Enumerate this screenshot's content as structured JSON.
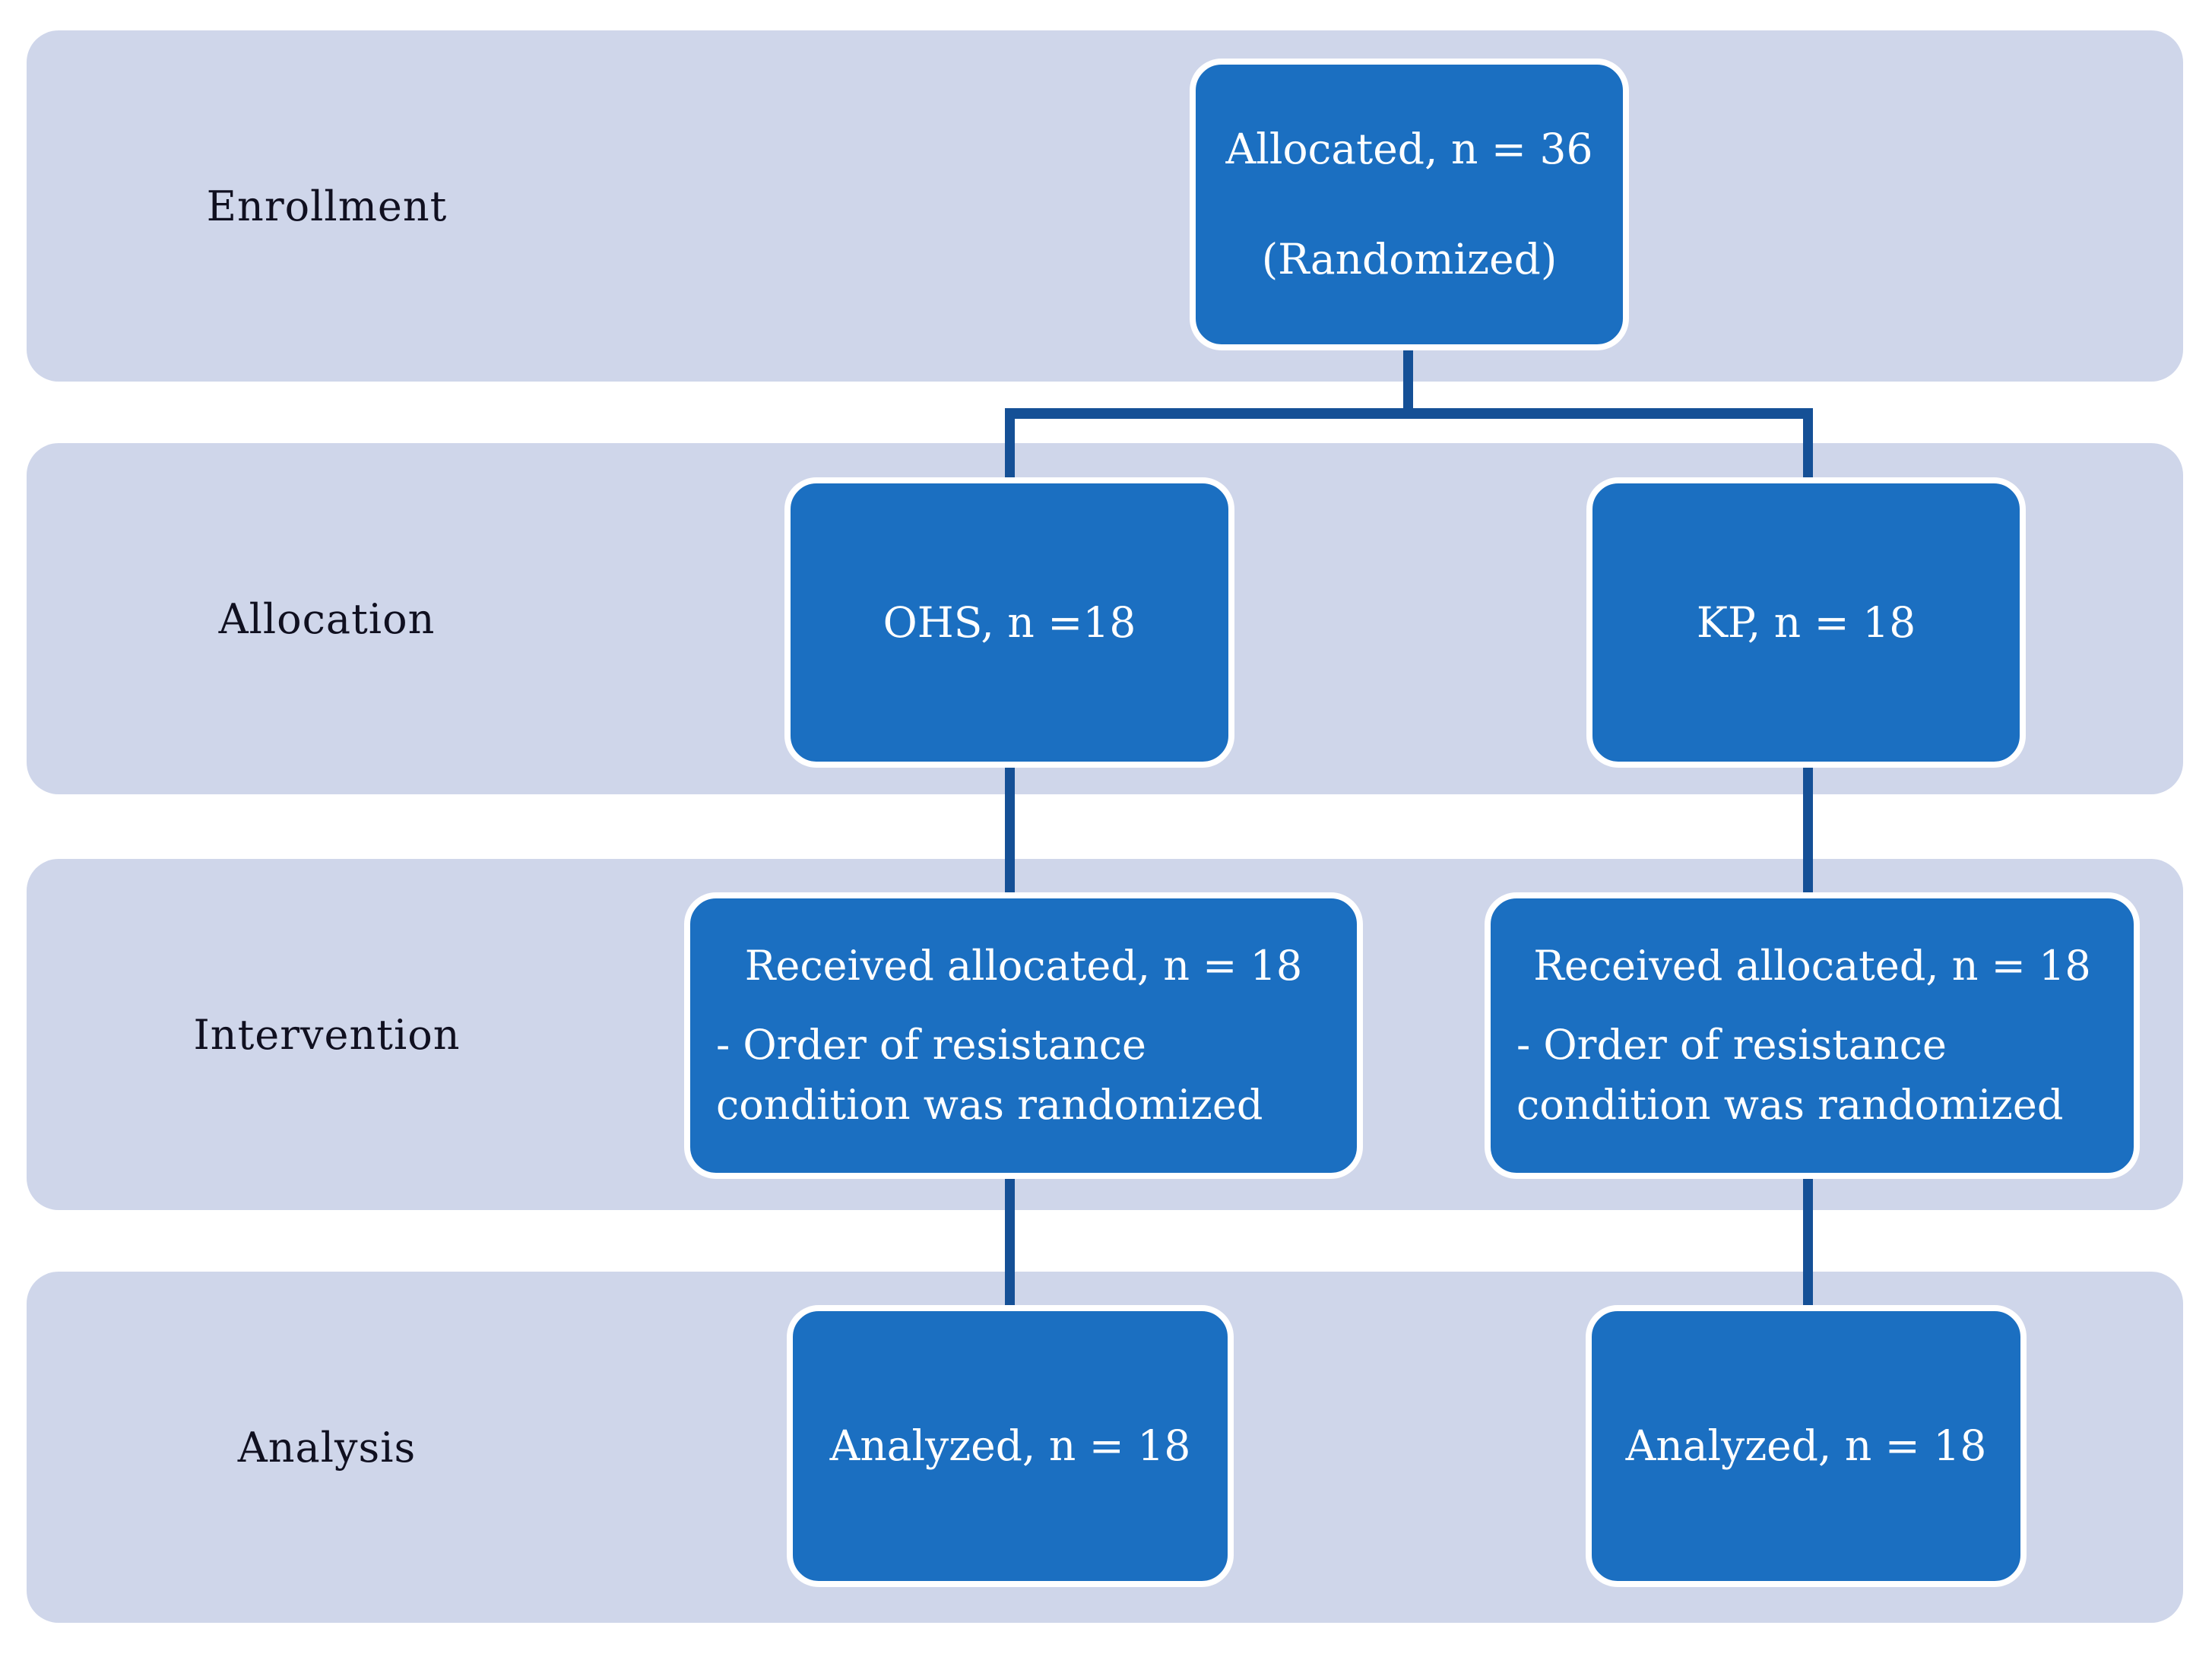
{
  "diagram": {
    "type": "consort-flowchart",
    "rows": [
      {
        "label": "Enrollment"
      },
      {
        "label": "Allocation"
      },
      {
        "label": "Intervention"
      },
      {
        "label": "Analysis"
      }
    ],
    "nodes": {
      "allocated": {
        "line1": "Allocated, n = 36",
        "line2": "(Randomized)"
      },
      "ohs": {
        "text": "OHS, n =18"
      },
      "kp": {
        "text": "KP, n = 18"
      },
      "intervention_left": {
        "line1": "Received allocated, n = 18",
        "line2": "- Order of resistance condition was randomized"
      },
      "intervention_right": {
        "line1": "Received allocated, n = 18",
        "line2": "- Order of resistance condition was randomized"
      },
      "analysis_left": {
        "text": "Analyzed, n = 18"
      },
      "analysis_right": {
        "text": "Analyzed, n = 18"
      }
    },
    "edges": [
      "allocated -> ohs",
      "allocated -> kp",
      "ohs -> intervention_left",
      "kp -> intervention_right",
      "intervention_left -> analysis_left",
      "intervention_right -> analysis_right"
    ],
    "colors": {
      "background": "#ffffff",
      "band_fill": "#cfd6ea",
      "node_fill": "#1b6fc1",
      "node_border": "#ffffff",
      "node_text": "#ffffff",
      "connector": "#155096",
      "label_text": "#101020"
    }
  }
}
